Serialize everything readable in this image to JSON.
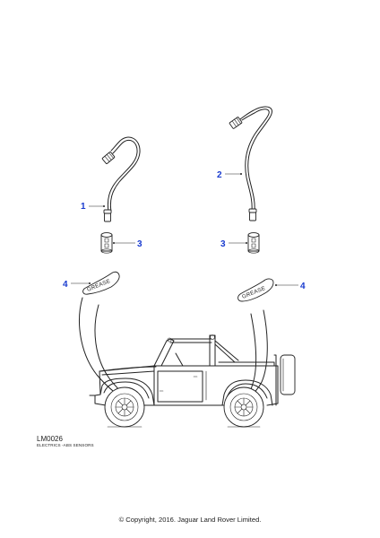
{
  "diagram": {
    "callouts": {
      "c1": "1",
      "c2": "2",
      "c3_left": "3",
      "c3_right": "3",
      "c4_left": "4",
      "c4_right": "4"
    },
    "grease_label_left": "GREASE",
    "grease_label_right": "GREASE",
    "callout_color": "#1a3ccf"
  },
  "footer": {
    "code": "LM0026",
    "subtitle": "ELECTRICS -ABS SENSORS",
    "copyright": "© Copyright, 2016. Jaguar Land Rover Limited."
  }
}
